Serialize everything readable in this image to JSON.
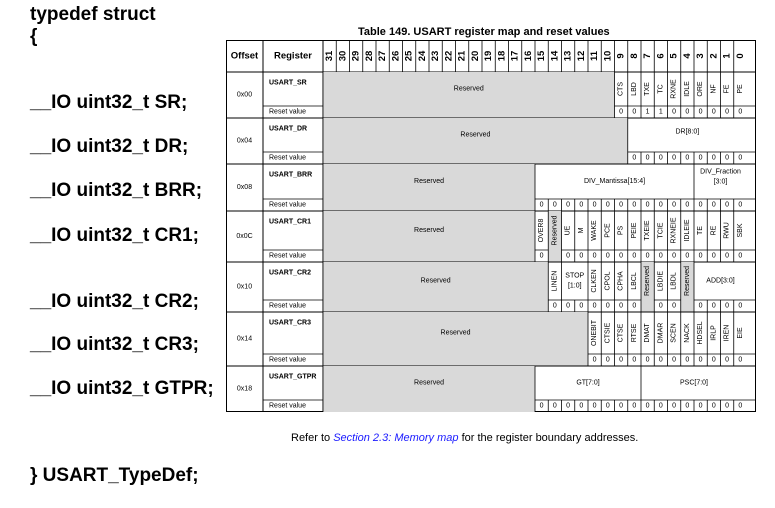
{
  "code": {
    "head": "typedef struct",
    "open_brace": "{",
    "members": {
      "sr": "__IO uint32_t SR;",
      "dr": "__IO uint32_t DR;",
      "brr": "__IO uint32_t BRR;",
      "cr1": "__IO uint32_t CR1;",
      "cr2": "__IO uint32_t CR2;",
      "cr3": "__IO uint32_t CR3;",
      "gtpr": "__IO uint32_t GTPR;"
    },
    "close": "} USART_TypeDef;"
  },
  "table": {
    "caption": "Table 149. USART register map and reset values",
    "header_offset": "Offset",
    "header_register": "Register",
    "bit_labels": [
      "31",
      "30",
      "29",
      "28",
      "27",
      "26",
      "25",
      "24",
      "23",
      "22",
      "21",
      "20",
      "19",
      "18",
      "17",
      "16",
      "15",
      "14",
      "13",
      "12",
      "11",
      "10",
      "9",
      "8",
      "7",
      "6",
      "5",
      "4",
      "3",
      "2",
      "1",
      "0"
    ],
    "reset_label": "Reset value",
    "shade_color": "#d9d9d9",
    "rows": [
      {
        "offset": "0x00",
        "name": "USART_SR",
        "fields": [
          {
            "hi": 31,
            "lo": 10,
            "label": "Reserved",
            "shade": true
          },
          {
            "hi": 9,
            "lo": 9,
            "label": "CTS"
          },
          {
            "hi": 8,
            "lo": 8,
            "label": "LBD"
          },
          {
            "hi": 7,
            "lo": 7,
            "label": "TXE"
          },
          {
            "hi": 6,
            "lo": 6,
            "label": "TC"
          },
          {
            "hi": 5,
            "lo": 5,
            "label": "RXNE"
          },
          {
            "hi": 4,
            "lo": 4,
            "label": "IDLE"
          },
          {
            "hi": 3,
            "lo": 3,
            "label": "ORE"
          },
          {
            "hi": 2,
            "lo": 2,
            "label": "NF"
          },
          {
            "hi": 1,
            "lo": 1,
            "label": "FE"
          },
          {
            "hi": 0,
            "lo": 0,
            "label": "PE"
          }
        ],
        "reset": [
          {
            "hi": 31,
            "lo": 10,
            "shade": true
          },
          {
            "bit": 9,
            "v": "0"
          },
          {
            "bit": 8,
            "v": "0"
          },
          {
            "bit": 7,
            "v": "1"
          },
          {
            "bit": 6,
            "v": "1"
          },
          {
            "bit": 5,
            "v": "0"
          },
          {
            "bit": 4,
            "v": "0"
          },
          {
            "bit": 3,
            "v": "0"
          },
          {
            "bit": 2,
            "v": "0"
          },
          {
            "bit": 1,
            "v": "0"
          },
          {
            "bit": 0,
            "v": "0"
          }
        ]
      },
      {
        "offset": "0x04",
        "name": "USART_DR",
        "fields": [
          {
            "hi": 31,
            "lo": 9,
            "label": "Reserved",
            "shade": true
          },
          {
            "hi": 8,
            "lo": 0,
            "label": "DR[8:0]",
            "top": true
          }
        ],
        "reset": [
          {
            "hi": 31,
            "lo": 9,
            "shade": true
          },
          {
            "bit": 8,
            "v": "0"
          },
          {
            "bit": 7,
            "v": "0"
          },
          {
            "bit": 6,
            "v": "0"
          },
          {
            "bit": 5,
            "v": "0"
          },
          {
            "bit": 4,
            "v": "0"
          },
          {
            "bit": 3,
            "v": "0"
          },
          {
            "bit": 2,
            "v": "0"
          },
          {
            "bit": 1,
            "v": "0"
          },
          {
            "bit": 0,
            "v": "0"
          }
        ]
      },
      {
        "offset": "0x08",
        "name": "USART_BRR",
        "fields": [
          {
            "hi": 31,
            "lo": 16,
            "label": "Reserved",
            "shade": true
          },
          {
            "hi": 15,
            "lo": 4,
            "label": "DIV_Mantissa[15:4]"
          },
          {
            "hi": 3,
            "lo": 0,
            "label": "DIV_Fraction [3:0]",
            "wrap": [
              "DIV_Fraction",
              "[3:0]"
            ],
            "top": true
          }
        ],
        "reset": [
          {
            "hi": 31,
            "lo": 16,
            "shade": true
          },
          {
            "bit": 15,
            "v": "0"
          },
          {
            "bit": 14,
            "v": "0"
          },
          {
            "bit": 13,
            "v": "0"
          },
          {
            "bit": 12,
            "v": "0"
          },
          {
            "bit": 11,
            "v": "0"
          },
          {
            "bit": 10,
            "v": "0"
          },
          {
            "bit": 9,
            "v": "0"
          },
          {
            "bit": 8,
            "v": "0"
          },
          {
            "bit": 7,
            "v": "0"
          },
          {
            "bit": 6,
            "v": "0"
          },
          {
            "bit": 5,
            "v": "0"
          },
          {
            "bit": 4,
            "v": "0"
          },
          {
            "bit": 3,
            "v": "0"
          },
          {
            "bit": 2,
            "v": "0"
          },
          {
            "bit": 1,
            "v": "0"
          },
          {
            "bit": 0,
            "v": "0"
          }
        ]
      },
      {
        "offset": "0x0C",
        "name": "USART_CR1",
        "fields": [
          {
            "hi": 31,
            "lo": 16,
            "label": "Reserved",
            "shade": true
          },
          {
            "hi": 15,
            "lo": 15,
            "label": "OVER8"
          },
          {
            "hi": 14,
            "lo": 14,
            "label": "Reserved",
            "shade": true
          },
          {
            "hi": 13,
            "lo": 13,
            "label": "UE"
          },
          {
            "hi": 12,
            "lo": 12,
            "label": "M"
          },
          {
            "hi": 11,
            "lo": 11,
            "label": "WAKE"
          },
          {
            "hi": 10,
            "lo": 10,
            "label": "PCE"
          },
          {
            "hi": 9,
            "lo": 9,
            "label": "PS"
          },
          {
            "hi": 8,
            "lo": 8,
            "label": "PEIE"
          },
          {
            "hi": 7,
            "lo": 7,
            "label": "TXEIE"
          },
          {
            "hi": 6,
            "lo": 6,
            "label": "TCIE"
          },
          {
            "hi": 5,
            "lo": 5,
            "label": "RXNEIE"
          },
          {
            "hi": 4,
            "lo": 4,
            "label": "IDLEIE"
          },
          {
            "hi": 3,
            "lo": 3,
            "label": "TE"
          },
          {
            "hi": 2,
            "lo": 2,
            "label": "RE"
          },
          {
            "hi": 1,
            "lo": 1,
            "label": "RWU"
          },
          {
            "hi": 0,
            "lo": 0,
            "label": "SBK"
          }
        ],
        "reset": [
          {
            "hi": 31,
            "lo": 16,
            "shade": true
          },
          {
            "bit": 15,
            "v": "0"
          },
          {
            "bit": 14,
            "shade": true
          },
          {
            "bit": 13,
            "v": "0"
          },
          {
            "bit": 12,
            "v": "0"
          },
          {
            "bit": 11,
            "v": "0"
          },
          {
            "bit": 10,
            "v": "0"
          },
          {
            "bit": 9,
            "v": "0"
          },
          {
            "bit": 8,
            "v": "0"
          },
          {
            "bit": 7,
            "v": "0"
          },
          {
            "bit": 6,
            "v": "0"
          },
          {
            "bit": 5,
            "v": "0"
          },
          {
            "bit": 4,
            "v": "0"
          },
          {
            "bit": 3,
            "v": "0"
          },
          {
            "bit": 2,
            "v": "0"
          },
          {
            "bit": 1,
            "v": "0"
          },
          {
            "bit": 0,
            "v": "0"
          }
        ]
      },
      {
        "offset": "0x10",
        "name": "USART_CR2",
        "fields": [
          {
            "hi": 31,
            "lo": 15,
            "label": "Reserved",
            "shade": true
          },
          {
            "hi": 14,
            "lo": 14,
            "label": "LINEN"
          },
          {
            "hi": 13,
            "lo": 12,
            "label": "STOP [1:0]",
            "wrap": [
              "STOP",
              "[1:0]"
            ]
          },
          {
            "hi": 11,
            "lo": 11,
            "label": "CLKEN"
          },
          {
            "hi": 10,
            "lo": 10,
            "label": "CPOL"
          },
          {
            "hi": 9,
            "lo": 9,
            "label": "CPHA"
          },
          {
            "hi": 8,
            "lo": 8,
            "label": "LBCL"
          },
          {
            "hi": 7,
            "lo": 7,
            "label": "Reserved",
            "shade": true
          },
          {
            "hi": 6,
            "lo": 6,
            "label": "LBDIE"
          },
          {
            "hi": 5,
            "lo": 5,
            "label": "LBDL"
          },
          {
            "hi": 4,
            "lo": 4,
            "label": "Reserved",
            "shade": true
          },
          {
            "hi": 3,
            "lo": 0,
            "label": "ADD[3:0]"
          }
        ],
        "reset": [
          {
            "hi": 31,
            "lo": 15,
            "shade": true
          },
          {
            "bit": 14,
            "v": "0"
          },
          {
            "bit": 13,
            "v": "0"
          },
          {
            "bit": 12,
            "v": "0"
          },
          {
            "bit": 11,
            "v": "0"
          },
          {
            "bit": 10,
            "v": "0"
          },
          {
            "bit": 9,
            "v": "0"
          },
          {
            "bit": 8,
            "v": "0"
          },
          {
            "bit": 7,
            "shade": true
          },
          {
            "bit": 6,
            "v": "0"
          },
          {
            "bit": 5,
            "v": "0"
          },
          {
            "bit": 4,
            "shade": true
          },
          {
            "bit": 3,
            "v": "0"
          },
          {
            "bit": 2,
            "v": "0"
          },
          {
            "bit": 1,
            "v": "0"
          },
          {
            "bit": 0,
            "v": "0"
          }
        ]
      },
      {
        "offset": "0x14",
        "name": "USART_CR3",
        "fields": [
          {
            "hi": 31,
            "lo": 12,
            "label": "Reserved",
            "shade": true
          },
          {
            "hi": 11,
            "lo": 11,
            "label": "ONEBIT"
          },
          {
            "hi": 10,
            "lo": 10,
            "label": "CTSIE"
          },
          {
            "hi": 9,
            "lo": 9,
            "label": "CTSE"
          },
          {
            "hi": 8,
            "lo": 8,
            "label": "RTSE"
          },
          {
            "hi": 7,
            "lo": 7,
            "label": "DMAT"
          },
          {
            "hi": 6,
            "lo": 6,
            "label": "DMAR"
          },
          {
            "hi": 5,
            "lo": 5,
            "label": "SCEN"
          },
          {
            "hi": 4,
            "lo": 4,
            "label": "NACK"
          },
          {
            "hi": 3,
            "lo": 3,
            "label": "HDSEL"
          },
          {
            "hi": 2,
            "lo": 2,
            "label": "IRLP"
          },
          {
            "hi": 1,
            "lo": 1,
            "label": "IREN"
          },
          {
            "hi": 0,
            "lo": 0,
            "label": "EIE"
          }
        ],
        "reset": [
          {
            "hi": 31,
            "lo": 12,
            "shade": true
          },
          {
            "bit": 11,
            "v": "0"
          },
          {
            "bit": 10,
            "v": "0"
          },
          {
            "bit": 9,
            "v": "0"
          },
          {
            "bit": 8,
            "v": "0"
          },
          {
            "bit": 7,
            "v": "0"
          },
          {
            "bit": 6,
            "v": "0"
          },
          {
            "bit": 5,
            "v": "0"
          },
          {
            "bit": 4,
            "v": "0"
          },
          {
            "bit": 3,
            "v": "0"
          },
          {
            "bit": 2,
            "v": "0"
          },
          {
            "bit": 1,
            "v": "0"
          },
          {
            "bit": 0,
            "v": "0"
          }
        ]
      },
      {
        "offset": "0x18",
        "name": "USART_GTPR",
        "fields": [
          {
            "hi": 31,
            "lo": 16,
            "label": "Reserved",
            "shade": true
          },
          {
            "hi": 15,
            "lo": 8,
            "label": "GT[7:0]"
          },
          {
            "hi": 7,
            "lo": 0,
            "label": "PSC[7:0]"
          }
        ],
        "reset": [
          {
            "hi": 31,
            "lo": 16,
            "shade": true
          },
          {
            "bit": 15,
            "v": "0"
          },
          {
            "bit": 14,
            "v": "0"
          },
          {
            "bit": 13,
            "v": "0"
          },
          {
            "bit": 12,
            "v": "0"
          },
          {
            "bit": 11,
            "v": "0"
          },
          {
            "bit": 10,
            "v": "0"
          },
          {
            "bit": 9,
            "v": "0"
          },
          {
            "bit": 8,
            "v": "0"
          },
          {
            "bit": 7,
            "v": "0"
          },
          {
            "bit": 6,
            "v": "0"
          },
          {
            "bit": 5,
            "v": "0"
          },
          {
            "bit": 4,
            "v": "0"
          },
          {
            "bit": 3,
            "v": "0"
          },
          {
            "bit": 2,
            "v": "0"
          },
          {
            "bit": 1,
            "v": "0"
          },
          {
            "bit": 0,
            "v": "0"
          }
        ]
      }
    ]
  },
  "footer": {
    "pre": "Refer to ",
    "link": "Section 2.3: Memory map",
    "post": " for the register boundary addresses."
  }
}
